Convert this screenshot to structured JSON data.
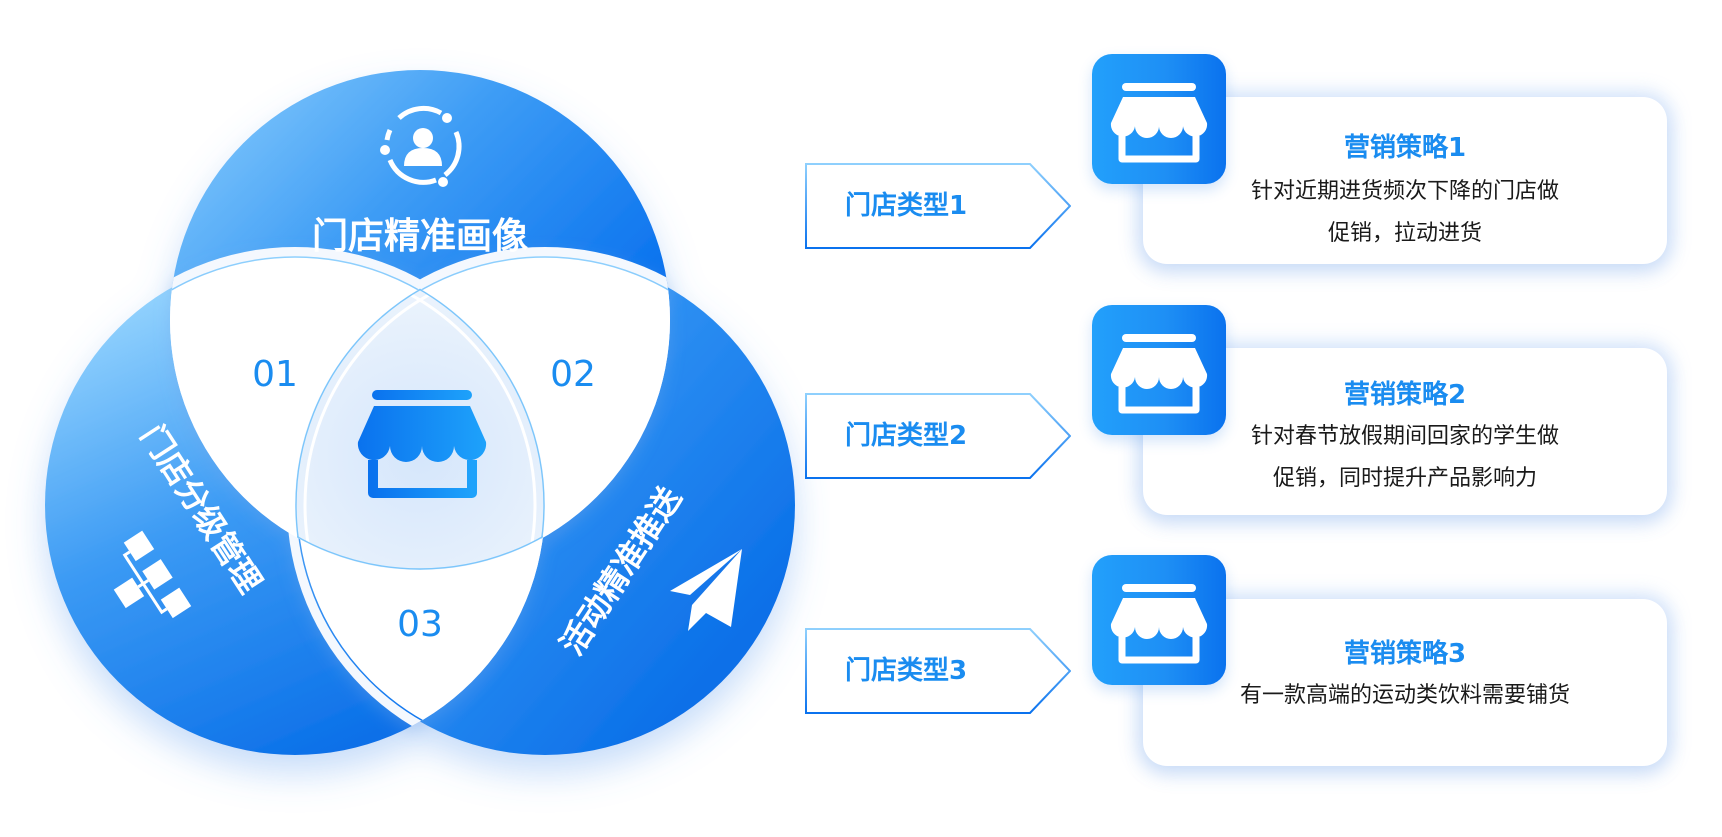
{
  "venn": {
    "top": {
      "label": "门店精准画像",
      "icon": "user-profile-icon"
    },
    "left": {
      "label": "门店分级管理",
      "icon": "hierarchy-icon"
    },
    "right": {
      "label": "活动精准推送",
      "icon": "paper-plane-icon"
    },
    "intersections": [
      "01",
      "02",
      "03"
    ],
    "center_icon": "store-icon"
  },
  "rows": [
    {
      "tag": "门店类型1",
      "title": "营销策略1",
      "desc_lines": [
        "针对近期进货频次下降的门店做",
        "促销，拉动进货"
      ],
      "icon": "store-icon"
    },
    {
      "tag": "门店类型2",
      "title": "营销策略2",
      "desc_lines": [
        "针对春节放假期间回家的学生做",
        "促销，同时提升产品影响力"
      ],
      "icon": "store-icon"
    },
    {
      "tag": "门店类型3",
      "title": "营销策略3",
      "desc_lines": [
        "有一款高端的运动类饮料需要铺货"
      ],
      "icon": "store-icon"
    }
  ],
  "colors": {
    "primary": "#0a72ee",
    "light": "#7cc6fb",
    "accent_text": "#1a8cf0",
    "body_text": "#1a1a1a"
  }
}
